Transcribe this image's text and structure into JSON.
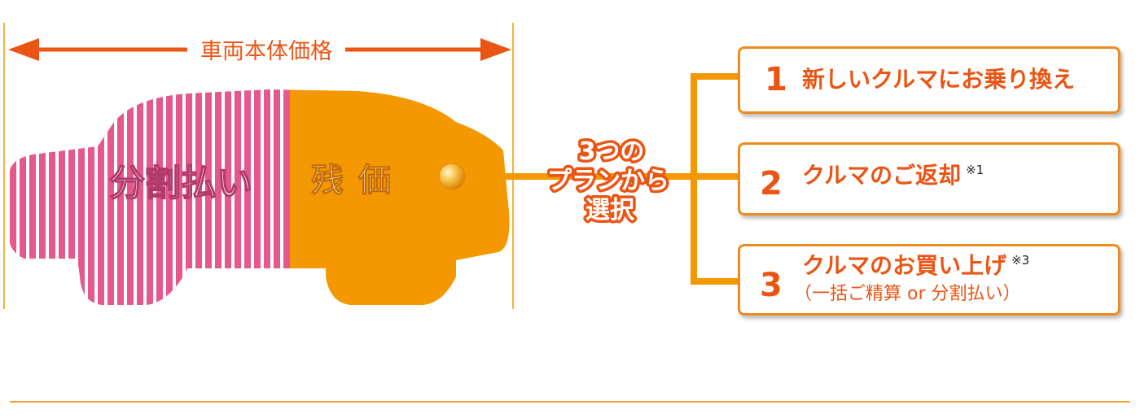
{
  "header": {
    "price_label": "車両本体価格"
  },
  "car": {
    "installment_label": "分割払い",
    "residual_label": "残価"
  },
  "choice": {
    "line1": "3つの",
    "line2": "プランから",
    "line3": "選択"
  },
  "options": [
    {
      "number": "1",
      "label": "新しいクルマにお乗り換え",
      "note": "",
      "sub": ""
    },
    {
      "number": "2",
      "label": "クルマのご返却",
      "note": "※1",
      "sub": ""
    },
    {
      "number": "3",
      "label": "クルマのお買い上げ",
      "note": "※3",
      "sub": "（一括ご精算 or 分割払い）"
    }
  ],
  "colors": {
    "orange": "#f39800",
    "pink": "#e4588c",
    "arrow": "#ea5514",
    "border": "#ef8b1c"
  }
}
